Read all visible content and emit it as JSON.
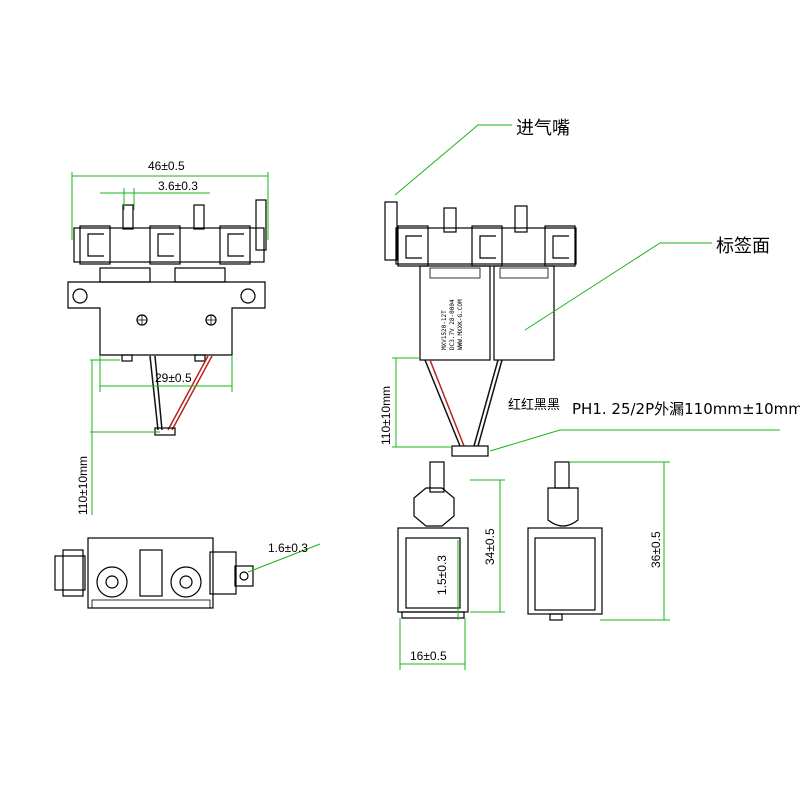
{
  "dimensions": {
    "overall_width": "46±0.5",
    "pitch": "3.6±0.3",
    "mount_spacing": "29±0.5",
    "wire_length_left": "110±10mm",
    "wire_length_right": "110±10mm",
    "nozzle_width": "1.6±0.3",
    "body_height_34": "34±0.5",
    "gap_15": "1.5±0.3",
    "body_width_16": "16±0.5",
    "body_height_36": "36±0.5"
  },
  "labels": {
    "inlet_nozzle": "进气嘴",
    "label_face": "标签面",
    "wire_colors": "红红黑黑",
    "connector_spec": "PH1. 25/2P外漏110mm±10mm"
  },
  "product_label": {
    "line1": "MXV1520-12T",
    "line2": "DC3.7V 28-0004",
    "line3": "WWW.MXXK-G.COM"
  },
  "colors": {
    "dimension_line": "#19b419",
    "outline": "#000000",
    "wire_red": "#b22222",
    "wire_black": "#111111"
  }
}
